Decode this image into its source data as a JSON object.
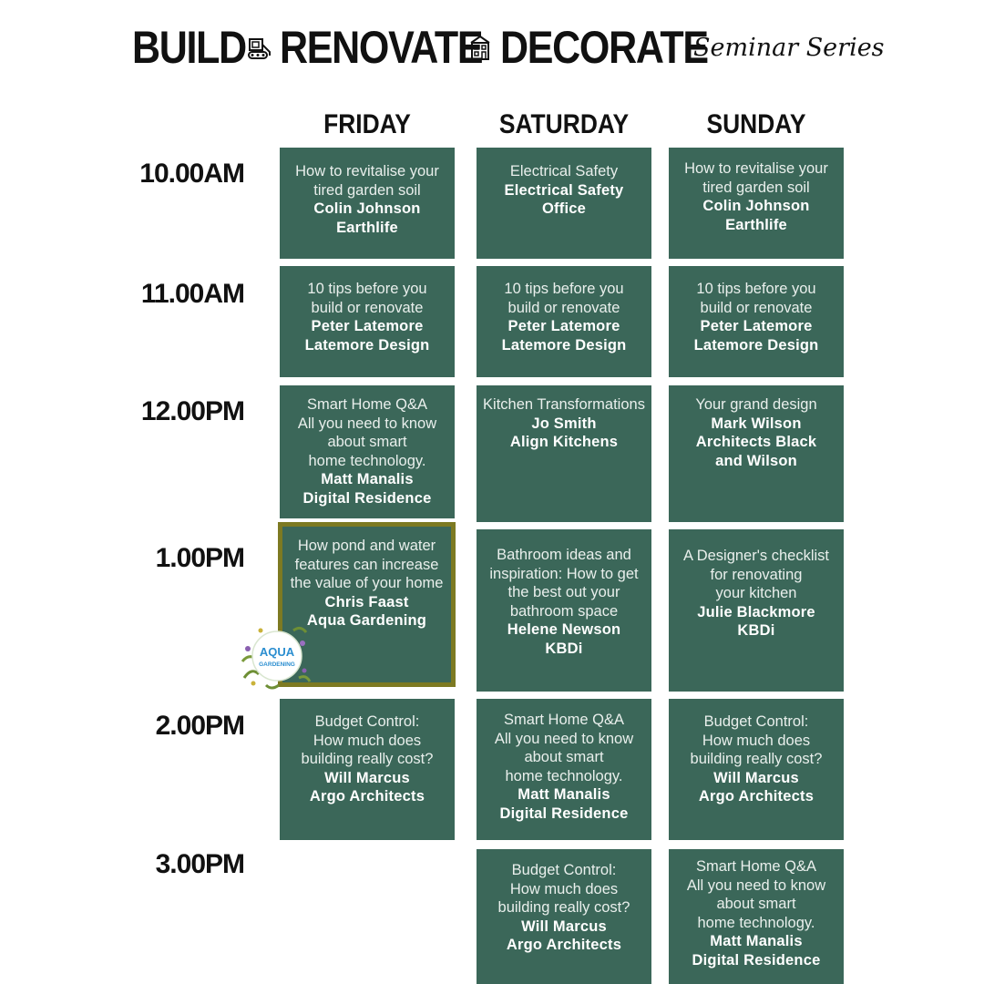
{
  "title": {
    "w1": "BUILD",
    "w2": "RENOVATE",
    "w3": "DECORATE",
    "script": "Seminar Series"
  },
  "days": [
    "FRIDAY",
    "SATURDAY",
    "SUNDAY"
  ],
  "times": [
    "10.00AM",
    "11.00AM",
    "12.00PM",
    "1.00PM",
    "2.00PM",
    "3.00PM"
  ],
  "sessions": {
    "fri_10": {
      "lines": [
        "How to revitalise your",
        "tired garden soil"
      ],
      "bold": [
        "Colin Johnson",
        "Earthlife"
      ]
    },
    "sat_10": {
      "lines": [
        "Electrical Safety"
      ],
      "bold": [
        "Electrical Safety",
        "Office"
      ]
    },
    "sun_10": {
      "lines": [
        "How to revitalise your",
        "tired garden soil"
      ],
      "bold": [
        "Colin Johnson",
        "Earthlife"
      ]
    },
    "fri_11": {
      "lines": [
        "10 tips before you",
        "build or renovate"
      ],
      "bold": [
        "Peter Latemore",
        "Latemore Design"
      ]
    },
    "sat_11": {
      "lines": [
        "10 tips before you",
        "build or renovate"
      ],
      "bold": [
        "Peter Latemore",
        "Latemore Design"
      ]
    },
    "sun_11": {
      "lines": [
        "10 tips before you",
        "build or renovate"
      ],
      "bold": [
        "Peter Latemore",
        "Latemore Design"
      ]
    },
    "fri_12": {
      "lines": [
        "Smart Home Q&A",
        "All you need to know",
        "about smart",
        "home technology."
      ],
      "bold": [
        "Matt Manalis",
        "Digital Residence"
      ]
    },
    "sat_12": {
      "lines": [
        "Kitchen Transformations"
      ],
      "bold": [
        "Jo Smith",
        "Align Kitchens"
      ]
    },
    "sun_12": {
      "lines": [
        "Your grand design"
      ],
      "bold": [
        "Mark Wilson",
        "Architects  Black",
        "and Wilson"
      ]
    },
    "fri_1": {
      "lines": [
        "How pond and water",
        "features can increase",
        "the value of your home"
      ],
      "bold": [
        "Chris Faast",
        "Aqua Gardening"
      ]
    },
    "sat_1": {
      "lines": [
        "Bathroom ideas and",
        "inspiration: How to get",
        "the best out your",
        "bathroom space"
      ],
      "bold": [
        "Helene Newson",
        "KBDi"
      ]
    },
    "sun_1": {
      "lines": [
        "A Designer's checklist",
        "for renovating",
        "your kitchen"
      ],
      "bold": [
        "Julie Blackmore",
        "KBDi"
      ]
    },
    "fri_2": {
      "lines": [
        "Budget Control:",
        "How much does",
        "building really cost?"
      ],
      "bold": [
        "Will Marcus",
        "Argo Architects"
      ]
    },
    "sat_2": {
      "lines": [
        "Smart Home Q&A",
        "All you need to know",
        "about smart",
        "home technology."
      ],
      "bold": [
        "Matt Manalis",
        "Digital Residence"
      ]
    },
    "sun_2": {
      "lines": [
        "Budget Control:",
        "How much does",
        "building really cost?"
      ],
      "bold": [
        "Will Marcus",
        "Argo Architects"
      ]
    },
    "sat_3": {
      "lines": [
        "Budget Control:",
        "How much does",
        "building really cost?"
      ],
      "bold": [
        "Will Marcus",
        "Argo Architects"
      ]
    },
    "sun_3": {
      "lines": [
        "Smart Home Q&A",
        "All you need to know",
        "about smart",
        "home technology."
      ],
      "bold": [
        "Matt Manalis",
        "Digital Residence"
      ]
    }
  },
  "badge": {
    "line1": "AQUA",
    "line2": "GARDENING"
  },
  "colors": {
    "tile": "#3b6759",
    "highlight": "#7d7a22",
    "text": "#111111"
  }
}
